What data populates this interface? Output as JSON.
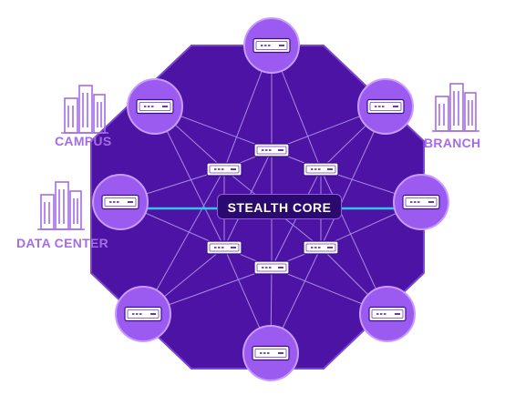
{
  "colors": {
    "octagon_fill": "#4d13a4",
    "octagon_stroke": "#7a45d1",
    "mesh_line": "#c8b2f3",
    "outer_node_fill": "#9b5bf0",
    "outer_node_stroke": "#c89bff",
    "device_fill": "#ffffff",
    "device_stroke": "#3a0f8a",
    "cyan_link": "#31c6e3",
    "label": "#a66ce8",
    "core_fill": "#2a0a6e"
  },
  "labels": {
    "campus": "CAMPUS",
    "branch": "BRANCH",
    "data_center": "DATA CENTER",
    "core": "STEALTH CORE"
  },
  "icons": [
    "building-icon-campus",
    "building-icon-branch",
    "building-icon-datacenter"
  ]
}
